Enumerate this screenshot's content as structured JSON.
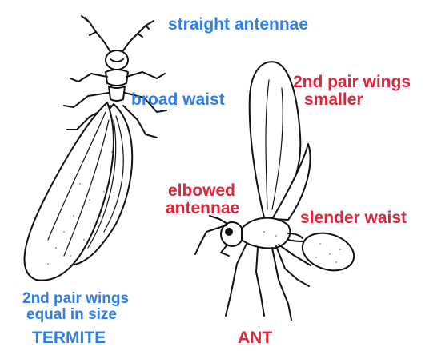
{
  "termite": {
    "title": "TERMITE",
    "antennae_label": "straight antennae",
    "waist_label": "broad waist",
    "wings_label_line1": "2nd pair wings",
    "wings_label_line2": "equal in size"
  },
  "ant": {
    "title": "ANT",
    "wings_label_line1": "2nd pair wings",
    "wings_label_line2": "smaller",
    "antennae_label_line1": "elbowed",
    "antennae_label_line2": "antennae",
    "waist_label": "slender waist"
  },
  "colors": {
    "termite_label": "#2f7fe6",
    "ant_label": "#e0243a",
    "ink": "#111111"
  }
}
